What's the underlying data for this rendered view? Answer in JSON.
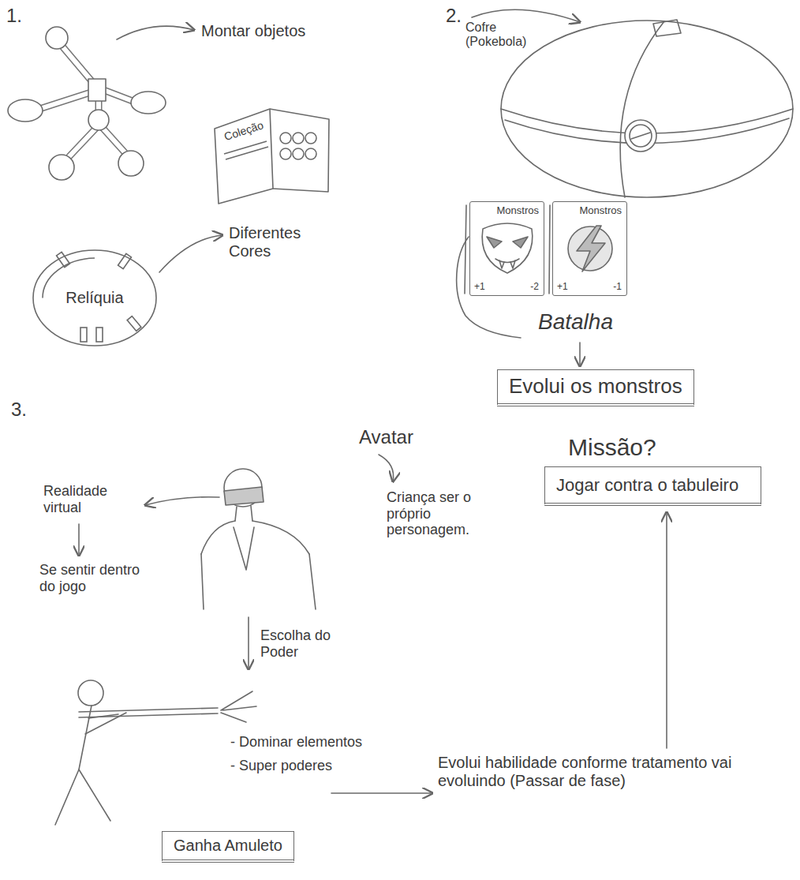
{
  "diagram": {
    "nodes": [
      {
        "text": [
          "Coleção"
        ]
      },
      {
        "text": [
          "Relíquia"
        ]
      },
      {
        "text": [
          "Monstros",
          "+1",
          "-2"
        ]
      },
      {
        "text": [
          "Monstros",
          "+1",
          "-1"
        ]
      },
      {
        "text": [
          "Evolui os monstros"
        ]
      },
      {
        "text": [
          "Missão?",
          "Jogar contra o tabuleiro"
        ]
      },
      {
        "text": [
          "Ganha Amuleto"
        ]
      }
    ],
    "labels": [
      "1.",
      "Montar objetos",
      "Diferentes Cores",
      "2.",
      "Cofre (Pokebola)",
      "Batalha",
      "3.",
      "Avatar",
      "Realidade virtual",
      "Se sentir dentro do jogo",
      "Criança ser o próprio personagem.",
      "Escolha do Poder",
      "- Dominar elementos",
      "- Super poderes",
      "Evolui habilidade conforme tratamento vai evoluindo (Passar de fase)"
    ]
  }
}
